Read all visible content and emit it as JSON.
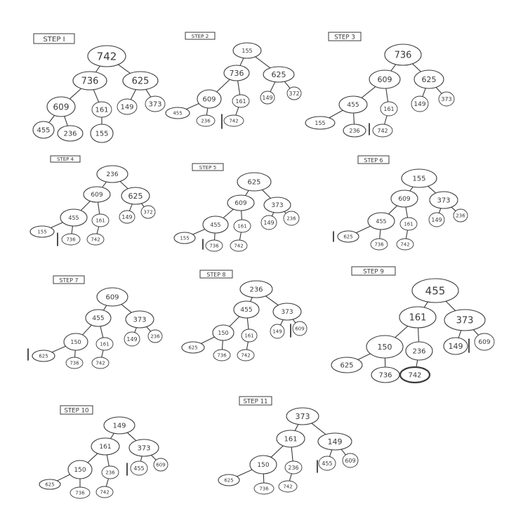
{
  "steps": [
    {
      "label": "STEP I",
      "nodes": [
        "742",
        "736",
        "625",
        "609",
        "161",
        "149",
        "373",
        "455",
        "236",
        "155"
      ]
    },
    {
      "label": "STEP 2",
      "nodes": [
        "155",
        "736",
        "625",
        "609",
        "161",
        "149",
        "372",
        "455",
        "236",
        "742"
      ]
    },
    {
      "label": "STEP 3",
      "nodes": [
        "736",
        "609",
        "625",
        "455",
        "161",
        "149",
        "373",
        "155",
        "236",
        "742"
      ]
    },
    {
      "label": "STEP 4",
      "nodes": [
        "236",
        "609",
        "625",
        "455",
        "161",
        "149",
        "372",
        "155",
        "736",
        "742"
      ]
    },
    {
      "label": "STEP 5",
      "nodes": [
        "625",
        "609",
        "373",
        "455",
        "161",
        "149",
        "236",
        "155",
        "736",
        "742"
      ]
    },
    {
      "label": "STEP 6",
      "nodes": [
        "155",
        "609",
        "373",
        "455",
        "161",
        "149",
        "236",
        "625",
        "736",
        "742"
      ]
    },
    {
      "label": "STEP 7",
      "nodes": [
        "609",
        "455",
        "373",
        "150",
        "161",
        "149",
        "236",
        "625",
        "736",
        "742"
      ]
    },
    {
      "label": "STEP 8",
      "nodes": [
        "236",
        "455",
        "373",
        "150",
        "161",
        "149",
        "609",
        "625",
        "736",
        "742"
      ]
    },
    {
      "label": "STEP 9",
      "nodes": [
        "455",
        "161",
        "373",
        "150",
        "236",
        "149",
        "609",
        "625",
        "736",
        "742"
      ]
    },
    {
      "label": "STEP 10",
      "nodes": [
        "149",
        "161",
        "373",
        "150",
        "236",
        "455",
        "609",
        "625",
        "736",
        "742"
      ]
    },
    {
      "label": "STEP 11",
      "nodes": [
        "373",
        "161",
        "149",
        "150",
        "236",
        "455",
        "609",
        "625",
        "736",
        "742"
      ]
    }
  ]
}
